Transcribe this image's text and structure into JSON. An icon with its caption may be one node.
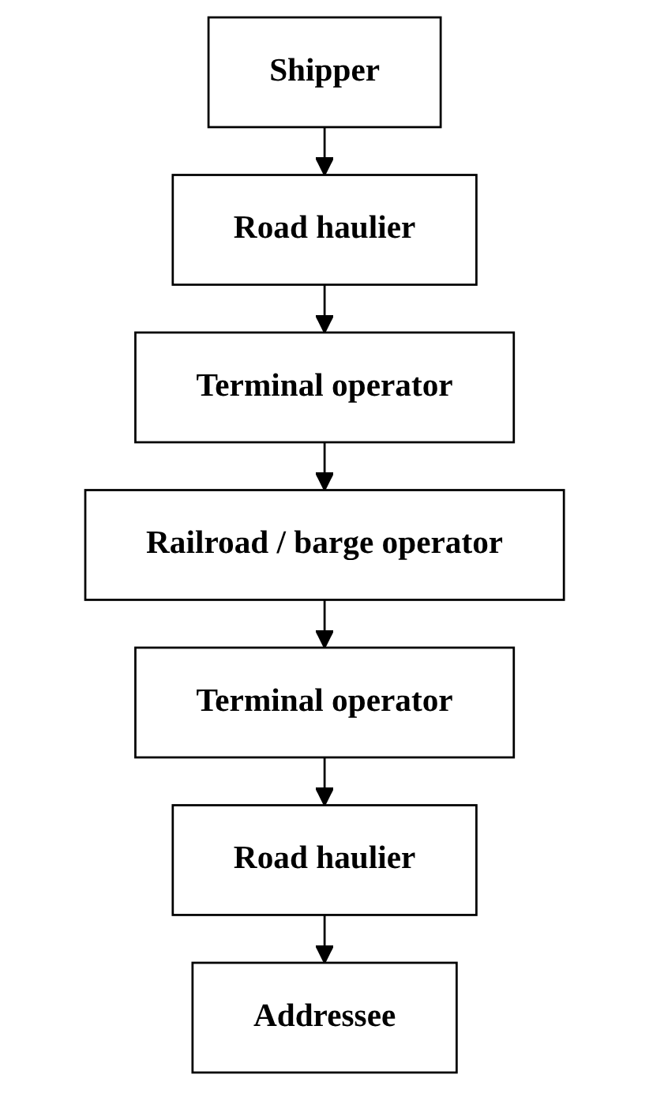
{
  "diagram": {
    "nodes": [
      {
        "text": [
          "Shipper"
        ]
      },
      {
        "text": [
          "Road haulier"
        ]
      },
      {
        "text": [
          "Terminal operator"
        ]
      },
      {
        "text": [
          "Railroad / barge operator"
        ]
      },
      {
        "text": [
          "Terminal operator"
        ]
      },
      {
        "text": [
          "Road haulier"
        ]
      },
      {
        "text": [
          "Addressee"
        ]
      }
    ],
    "edges": [
      {
        "from": 0,
        "to": 1,
        "arrow": "to"
      },
      {
        "from": 1,
        "to": 2,
        "arrow": "to"
      },
      {
        "from": 2,
        "to": 3,
        "arrow": "to"
      },
      {
        "from": 3,
        "to": 4,
        "arrow": "to"
      },
      {
        "from": 4,
        "to": 5,
        "arrow": "to"
      },
      {
        "from": 5,
        "to": 6,
        "arrow": "to"
      }
    ]
  }
}
